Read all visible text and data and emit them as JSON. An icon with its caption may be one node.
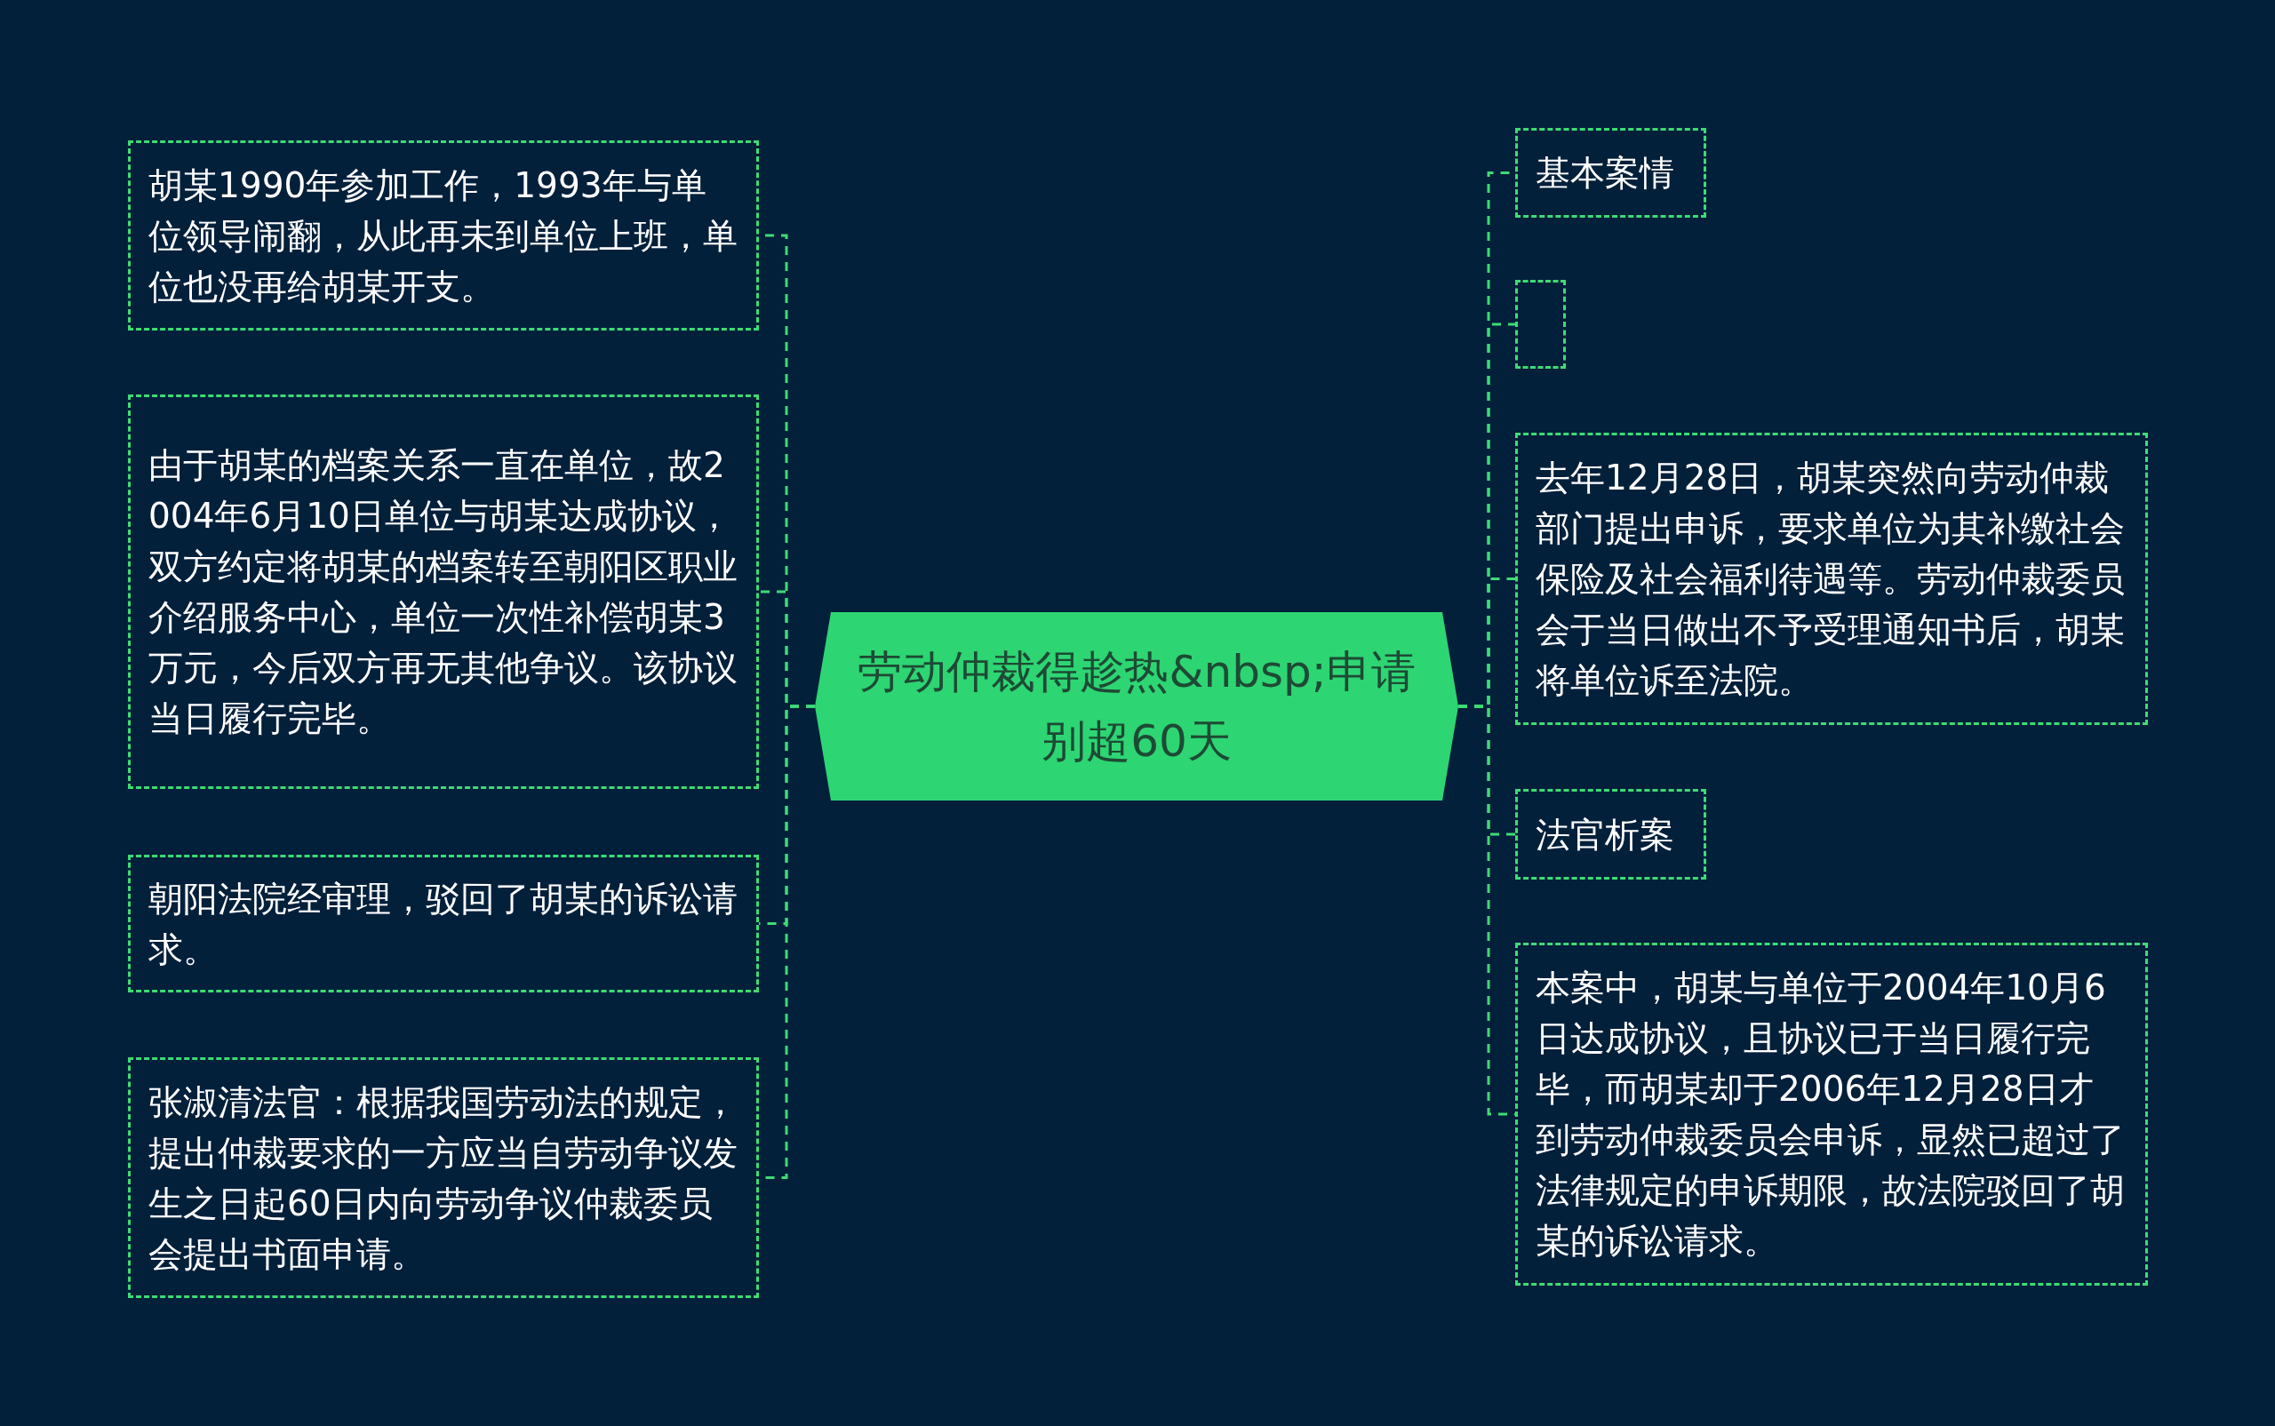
{
  "diagram": {
    "nodes": [
      {
        "text": [
          "劳动仲裁得趁热&nbsp;申请别超60天"
        ]
      },
      {
        "text": [
          "胡某1990年参加工作，1993年与单位领导闹翻，从此再未到单位上班，单位也没再给胡某开支。"
        ]
      },
      {
        "text": [
          "由于胡某的档案关系一直在单位，故2004年6月10日单位与胡某达成协议，双方约定将胡某的档案转至朝阳区职业介绍服务中心，单位一次性补偿胡某3万元，今后双方再无其他争议。该协议当日履行完毕。"
        ]
      },
      {
        "text": [
          "朝阳法院经审理，驳回了胡某的诉讼请求。"
        ]
      },
      {
        "text": [
          "张淑清法官：根据我国劳动法的规定，提出仲裁要求的一方应当自劳动争议发生之日起60日内向劳动争议仲裁委员会提出书面申请。"
        ]
      },
      {
        "text": [
          "基本案情"
        ]
      },
      {
        "text": [],
        "shape": "box"
      },
      {
        "text": [
          "去年12月28日，胡某突然向劳动仲裁部门提出申诉，要求单位为其补缴社会保险及社会福利待遇等。劳动仲裁委员会于当日做出不予受理通知书后，胡某将单位诉至法院。"
        ]
      },
      {
        "text": [
          "法官析案"
        ]
      },
      {
        "text": [
          "本案中，胡某与单位于2004年10月6日达成协议，且协议已于当日履行完毕，而胡某却于2006年12月28日才到劳动仲裁委员会申诉，显然已超过了法律规定的申诉期限，故法院驳回了胡某的诉讼请求。"
        ]
      }
    ],
    "edges": [
      {
        "from": 0,
        "to": 1,
        "arrow": "none",
        "style": "dashed"
      },
      {
        "from": 0,
        "to": 2,
        "arrow": "none",
        "style": "dashed"
      },
      {
        "from": 0,
        "to": 3,
        "arrow": "none",
        "style": "dashed"
      },
      {
        "from": 0,
        "to": 4,
        "arrow": "none",
        "style": "dashed"
      },
      {
        "from": 0,
        "to": 5,
        "arrow": "none",
        "style": "dashed"
      },
      {
        "from": 0,
        "to": 6,
        "arrow": "none",
        "style": "dashed"
      },
      {
        "from": 0,
        "to": 7,
        "arrow": "none",
        "style": "dashed"
      },
      {
        "from": 0,
        "to": 8,
        "arrow": "none",
        "style": "dashed"
      },
      {
        "from": 0,
        "to": 9,
        "arrow": "none",
        "style": "dashed"
      }
    ]
  }
}
